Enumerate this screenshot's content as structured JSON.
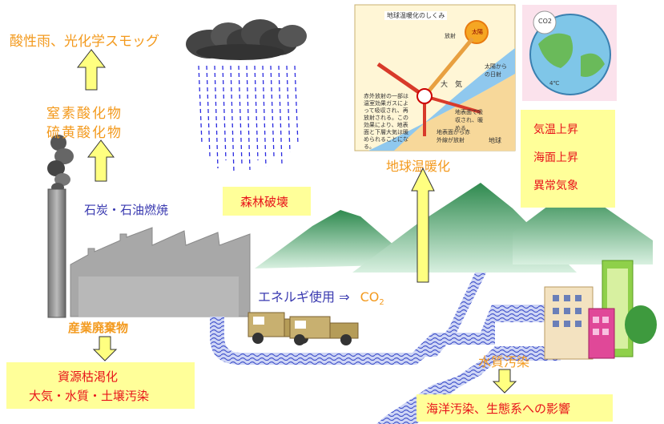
{
  "labels": {
    "acid_rain": "酸性雨、光化学スモッグ",
    "nox": "窒素酸化物",
    "sox": "硫黄酸化物",
    "coal_oil": "石炭・石油燃焼",
    "deforestation": "森林破壊",
    "global_warming": "地球温暖化",
    "energy_use": "エネルギ使用 ⇒",
    "co2_main": "CO",
    "co2_sub": "2",
    "industrial_waste": "産業廃棄物",
    "resource_depletion": "資源枯渇化",
    "pollution": "大気・水質・土壌汚染",
    "water_pollution": "水質汚染",
    "ocean_pollution": "海洋汚染、生態系への影響"
  },
  "effects": [
    "気温上昇",
    "海面上昇",
    "異常気象"
  ],
  "inset": {
    "title": "地球温暖化のしくみ",
    "sun": "太陽",
    "radiation": "放射",
    "sunlight": "太陽からの日射",
    "atmosphere": "大　気",
    "absorb": "地表面で吸収され、暖める",
    "emit": "地表面から赤外線が放射",
    "earth": "地球",
    "desc": "赤外放射の一部は温室効果ガスによって吸収され、再放射される。この効果により、地表面と下層大気は暖められることになる。"
  },
  "globe": {
    "co2": "CO2",
    "thermo": "4℃"
  },
  "colors": {
    "orange": "#f39a1e",
    "blue": "#3a3ab0",
    "red": "#e8141b",
    "yellow": "#ffff99",
    "arrow": "#ffff80",
    "river": "#6677dd",
    "mountain": "#5fb27a"
  }
}
